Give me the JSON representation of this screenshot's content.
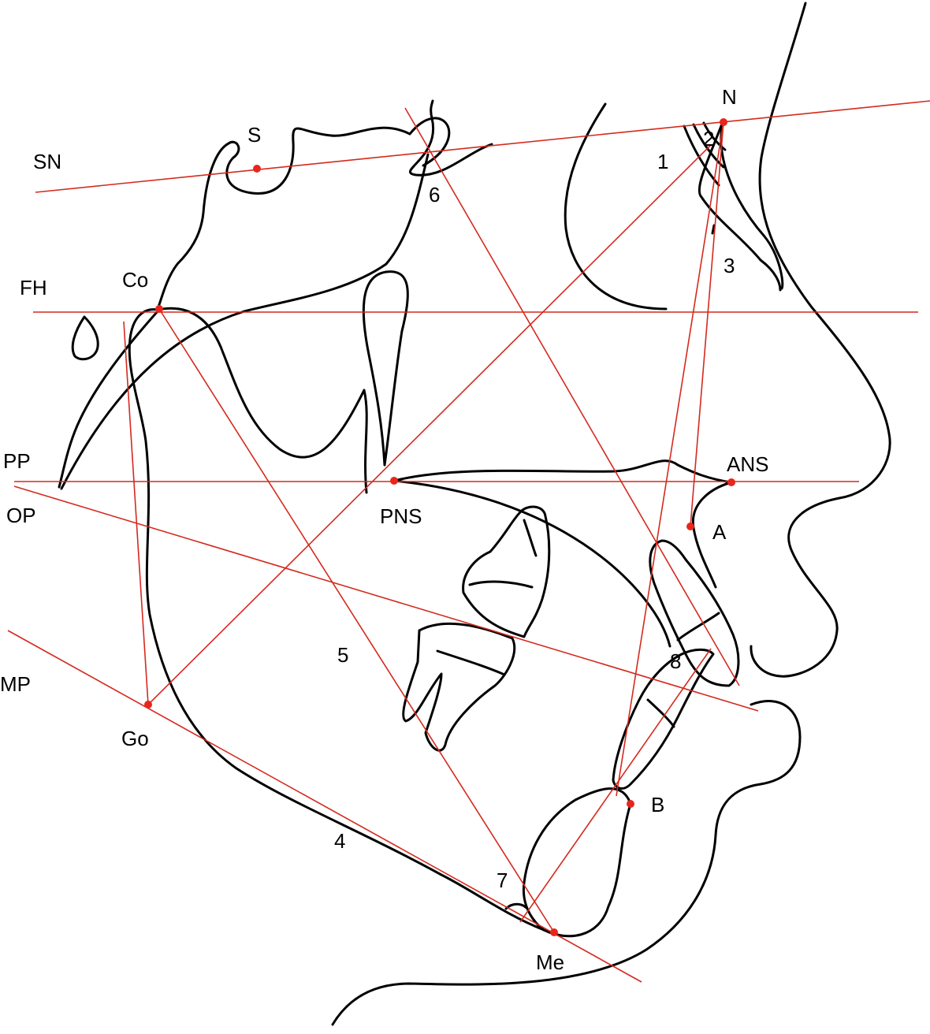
{
  "colors": {
    "anatomy_stroke": "#000000",
    "reference_line": "#d42a1e",
    "landmark": "#e8261c",
    "background": "#ffffff"
  },
  "line_labels": {
    "sn": "SN",
    "fh": "FH",
    "pp": "PP",
    "op": "OP",
    "mp": "MP"
  },
  "landmarks": {
    "s": "S",
    "n": "N",
    "co": "Co",
    "ans": "ANS",
    "pns": "PNS",
    "a": "A",
    "b": "B",
    "go": "Go",
    "me": "Me"
  },
  "angle_numbers": [
    "1",
    "2",
    "3",
    "4",
    "5",
    "6",
    "7",
    "8"
  ]
}
